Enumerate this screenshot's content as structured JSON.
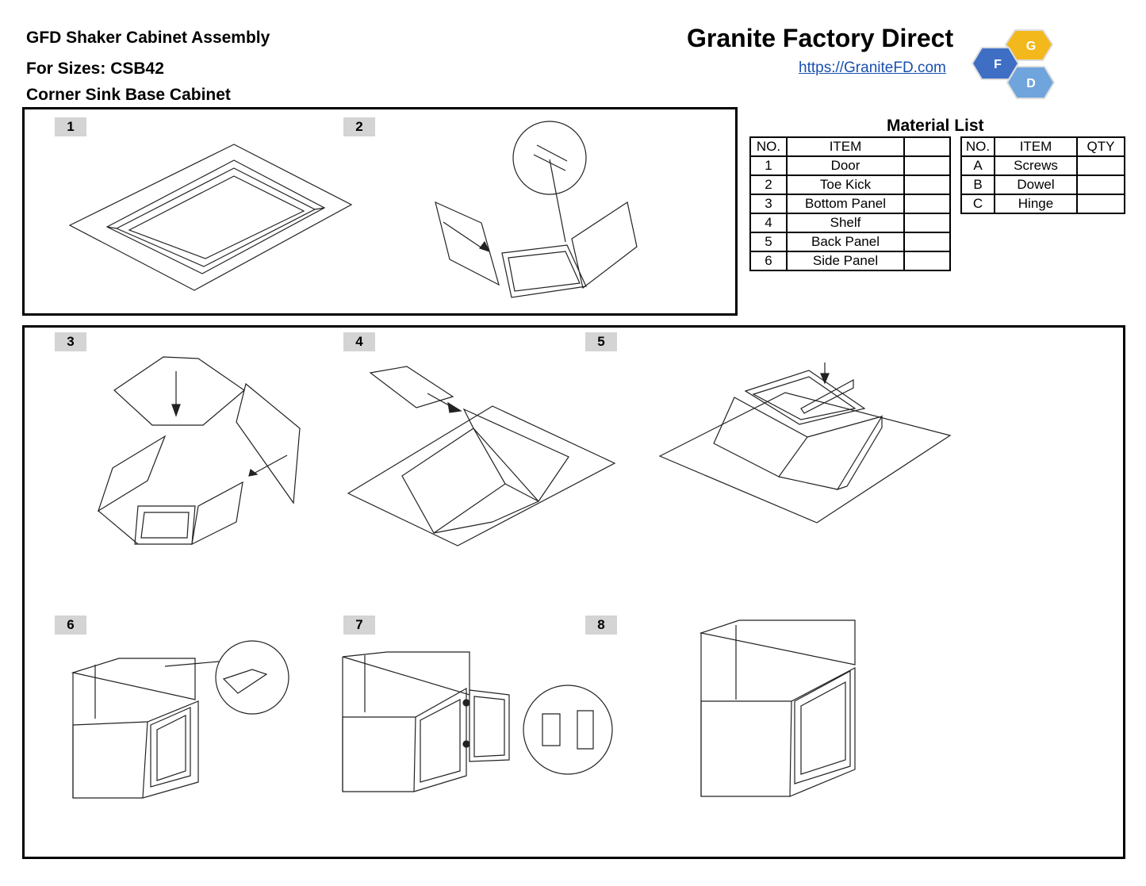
{
  "header": {
    "title": "GFD Shaker Cabinet Assembly",
    "sizes": "For Sizes: CSB42",
    "subtitle": "Corner Sink Base Cabinet"
  },
  "brand": {
    "company": "Granite Factory Direct",
    "url": "https://GraniteFD.com",
    "logo_letters": [
      "G",
      "F",
      "D"
    ],
    "logo_colors": {
      "G": "#f2b81c",
      "F": "#3f6fc4",
      "D": "#6fa4dc"
    }
  },
  "steps": [
    "1",
    "2",
    "3",
    "4",
    "5",
    "6",
    "7",
    "8"
  ],
  "material_list": {
    "title": "Material List",
    "left": {
      "headers": [
        "NO.",
        "ITEM",
        ""
      ],
      "rows": [
        [
          "1",
          "Door",
          ""
        ],
        [
          "2",
          "Toe Kick",
          ""
        ],
        [
          "3",
          "Bottom Panel",
          ""
        ],
        [
          "4",
          "Shelf",
          ""
        ],
        [
          "5",
          "Back Panel",
          ""
        ],
        [
          "6",
          "Side Panel",
          ""
        ]
      ]
    },
    "right": {
      "headers": [
        "NO.",
        "ITEM",
        "QTY"
      ],
      "rows": [
        [
          "A",
          "Screws",
          ""
        ],
        [
          "B",
          "Dowel",
          ""
        ],
        [
          "C",
          "Hinge",
          ""
        ]
      ]
    }
  }
}
